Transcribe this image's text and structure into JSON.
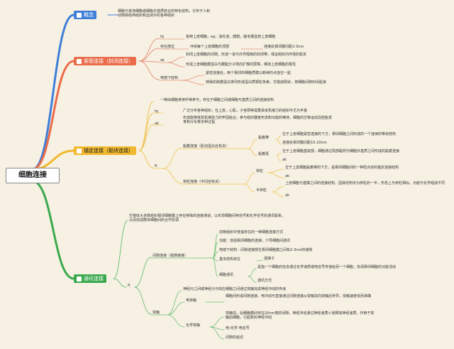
{
  "root": "细胞连接",
  "colors": {
    "blue": "#3f7fd8",
    "red": "#ea6c4a",
    "yellow": "#f0b82e",
    "green": "#3aa84d",
    "bg": "#f7f1e3"
  },
  "icons": {
    "concept": "flag-icon",
    "tight": "heart-icon",
    "anchor": "star-icon",
    "comm": "square-icon"
  },
  "concept": {
    "label": "概念",
    "text": "细胞与其他细胞或细胞外基质结合的特化结构，分布于人和动物除结缔组织和血液外的各种组织"
  },
  "tight": {
    "label": "紧密连接（封闭连接）",
    "fq": "fq",
    "fq_text": "各种上皮细胞，eg：消化道，膀胱，脑毛细血管上皮细胞",
    "site": "存在部位",
    "site_text": "环绕每个上皮细胞的顶部",
    "site_gap": "连接处相邻膜间距2-3nm",
    "ak": "ak",
    "ak_1": "封闭上皮细胞的间隙，形成一道与外界隔离的封闭带，保证组织内环境的稳定",
    "ak_2": "形成上皮细胞膜蛋白与膜脂分子侧向扩散的屏障，维持上皮细胞的极性",
    "em": "电镜下结构",
    "em_1": "紧密连接处，两个相邻的细胞质膜以断续的点连在一起",
    "em_2": "特殊的跨膜蛋白排列形成蛋白质颗粒条索，交错成网状，将细胞间隙封闭起来"
  },
  "anchor": {
    "label": "锚定连接（黏块连接）",
    "intro": "一种由细胞骨架纤维参与，存在于细胞之间或细胞与基质之间的连接结构",
    "fq": "fq",
    "fq_text": "广泛分布各种组织，在上皮，心肌，子宫颈等需要承受机械力的组织中尤为丰富",
    "ak": "ak",
    "ak_text": "形成能够抵抗机械张力的牢固粘合，参与组织器官形态和功能的维持，细胞的迁移运动及胚胎发育和分化等多种过程",
    "ft": "ft",
    "adh": "黏着连接（肌动蛋白丝有关）",
    "adh_band": "黏着带",
    "adh_band_1": "位于上皮细胞紧密连接的下方，相邻细胞之间形成的一个连续的带状结构",
    "adh_band_2": "连接处相邻膜间距15-20nm",
    "adh_plaque": "黏着斑",
    "adh_plaque_1": "位于上皮细胞基底部，细胞通过局部黏附与细胞外基质之间形成的黏着连接",
    "adh_plaque_ak": "ak",
    "des": "桥粒连接（中间丝有关）",
    "des_bridge": "桥粒",
    "des_bridge_1": "位于上皮细胞黏着带的下方，是相邻细胞间的一种纽点状的锚定连接结构",
    "des_bridge_ak": "ak",
    "hemi": "半桥粒",
    "hemi_1": "上皮细胞与基膜之间的连接结构，因其结构仅为桥粒的一半，形态上与桥粒相似，功能与化学组成不同",
    "hemi_ak": "ak"
  },
  "comm": {
    "label": "通讯连接",
    "intro": "生物体大多数组织相邻细胞膜上存在特殊的连接通道，以实现细胞间电信号和化学信号的通讯联系，从而完成群体细胞间的合作协调",
    "ft": "ft",
    "gap": "间隙连接（缝隙链接）",
    "gap_1": "动物组织中普遍存在的一种细胞连接方式",
    "gap_2": "功能：加强相邻细胞的连接，介导细胞间通讯",
    "gap_3": "电镜下结构：间隙连接部位相邻细胞膜之间有2-3nm的缝隙",
    "gap_unit": "基本结构单位",
    "gap_unit_val": "连接子",
    "gap_comm": "细胞通讯",
    "gap_comm_1": "是指一个细胞的信息通过化学递质或电信号传递给另一个细胞，协调相邻细胞的功能活动",
    "gap_comm_2": "通讯方式",
    "syn": "突触",
    "syn_intro": "神经元之间或神经元与效应细胞之间通过突触完成神经冲动的传递",
    "elec": "电突触",
    "elec_1": "细胞间形成间隙连接，电冲动可直接通过间隙连接从突触前向突触后传导，突触速度快而准确",
    "chem": "化学突触",
    "chem_1": "突触前，后细胞膜间存在20nm宽的间隙，神经冲动通过神经递质小泡释放神经递质，作用于突触后细胞，引起新的神经冲动",
    "chem_2": "电-化学-电信号",
    "chem_3": "间隙的延迟"
  }
}
